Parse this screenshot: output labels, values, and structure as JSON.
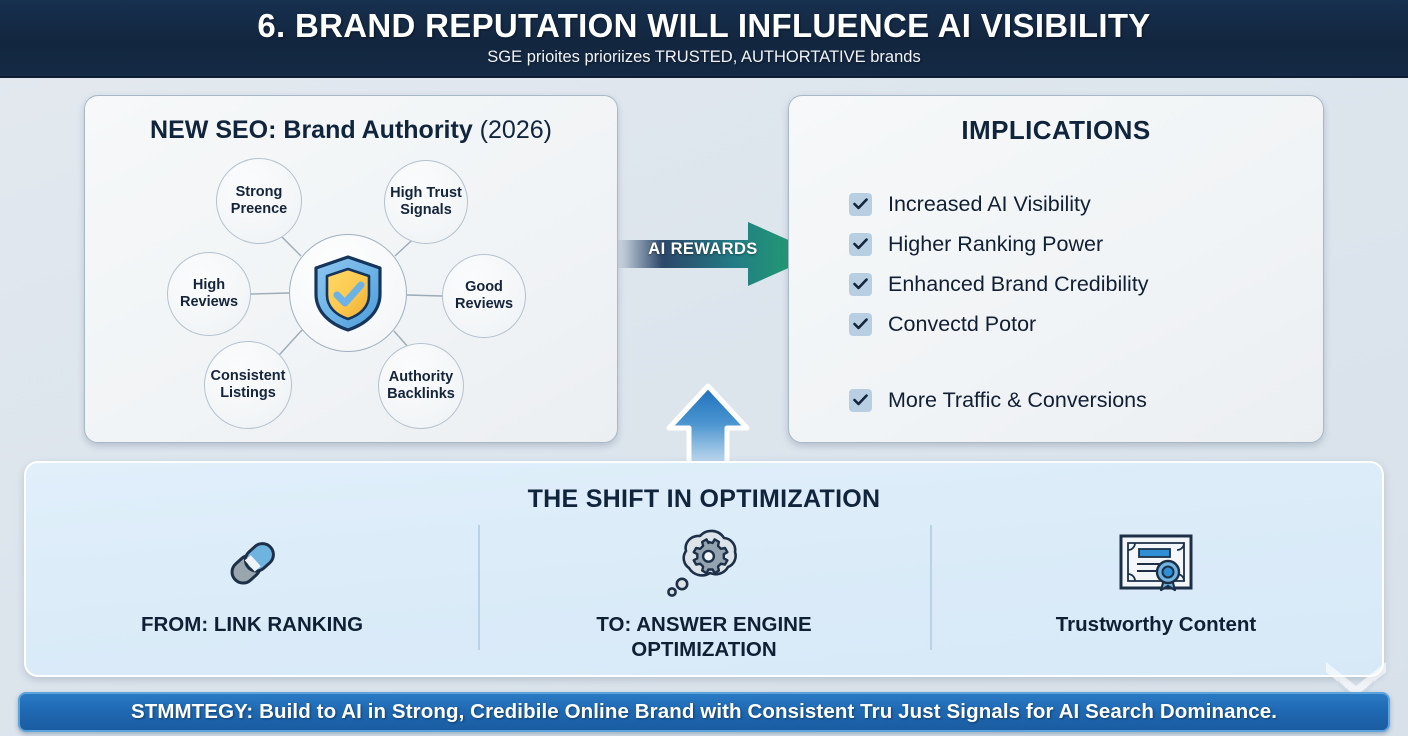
{
  "header": {
    "title": "6. BRAND REPUTATION WILL INFLUENCE AI VISIBILITY",
    "subtitle": "SGE prioites prioriizes TRUSTED, AUTHORTATIVE brands",
    "bg_color": "#142a45"
  },
  "left_panel": {
    "title_bold": "NEW SEO: Brand Authority",
    "title_light": " (2026)",
    "center_icon": "shield-check-icon",
    "nodes": [
      {
        "label": "Strong\nPreence",
        "line1": "Strong",
        "line2": "Preence"
      },
      {
        "label": "High Trust Signals",
        "line1": "High Trust",
        "line2": "Signals"
      },
      {
        "label": "High Reviews",
        "line1": "High",
        "line2": "Reviews"
      },
      {
        "label": "Good Reviews",
        "line1": "Good",
        "line2": "Reviews"
      },
      {
        "label": "Consistent Listings",
        "line1": "Consistent",
        "line2": "Listings"
      },
      {
        "label": "Authority Backlinks",
        "line1": "Authority",
        "line2": "Backlinks"
      }
    ]
  },
  "connector": {
    "label": "AI REWARDS",
    "start_color": "#1d3a5f",
    "end_color": "#1fa463"
  },
  "right_panel": {
    "title": "IMPLICATIONS",
    "items": [
      {
        "label": "Increased AI Visibility",
        "spaced": false
      },
      {
        "label": "Higher Ranking Power",
        "spaced": false
      },
      {
        "label": "Enhanced Brand Credibility",
        "spaced": false
      },
      {
        "label": "Convectd Potor",
        "spaced": false
      },
      {
        "label": "More Traffic & Conversions",
        "spaced": true
      }
    ],
    "checkbox_color": "#b8cfe2",
    "check_color": "#14243a"
  },
  "shift_panel": {
    "title": "THE SHIFT IN OPTIMIZATION",
    "columns": [
      {
        "icon": "chain-link-icon",
        "line1": "FROM: LINK RANKING",
        "line2": ""
      },
      {
        "icon": "thought-gear-icon",
        "line1": "TO: ANSWER ENGINE",
        "line2": "OPTIMIZATION"
      },
      {
        "icon": "certificate-icon",
        "line1": "Trustworthy Content",
        "line2": ""
      }
    ],
    "bg_color": "#dceaf7"
  },
  "strategy": {
    "text": "STMMTEGY: Build to AI in Strong, Credibile Online Brand with Consistent Tru Just Signals for AI Search Dominance.",
    "bg_color": "#1f69b3"
  },
  "up_arrow": {
    "icon": "arrow-up-icon",
    "color": "#2b7bc4"
  }
}
